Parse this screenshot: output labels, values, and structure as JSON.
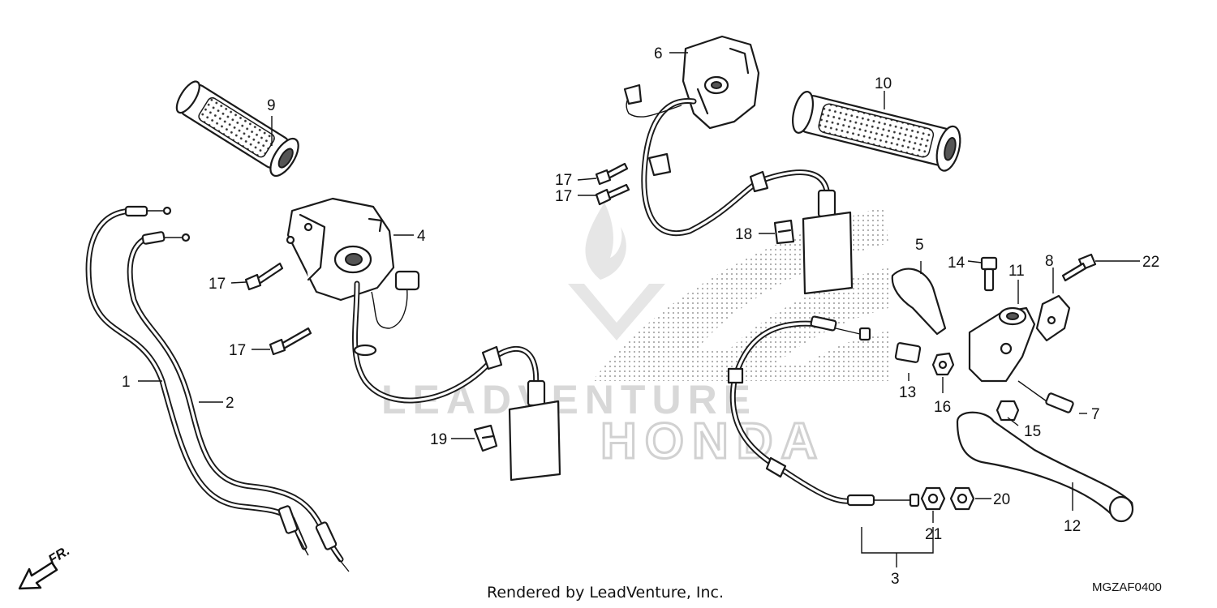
{
  "watermark": {
    "brand_text": "LEADVENTURE",
    "maker_text": "HONDA"
  },
  "footer": {
    "credit": "Rendered by LeadVenture, Inc.",
    "diagram_code": "MGZAF0400",
    "front_label": "FR."
  },
  "callouts": [
    {
      "id": "c1",
      "text": "1"
    },
    {
      "id": "c2",
      "text": "2"
    },
    {
      "id": "c3",
      "text": "3"
    },
    {
      "id": "c4",
      "text": "4"
    },
    {
      "id": "c5",
      "text": "5"
    },
    {
      "id": "c6",
      "text": "6"
    },
    {
      "id": "c7",
      "text": "7"
    },
    {
      "id": "c8",
      "text": "8"
    },
    {
      "id": "c9",
      "text": "9"
    },
    {
      "id": "c10",
      "text": "10"
    },
    {
      "id": "c11",
      "text": "11"
    },
    {
      "id": "c12",
      "text": "12"
    },
    {
      "id": "c13",
      "text": "13"
    },
    {
      "id": "c14",
      "text": "14"
    },
    {
      "id": "c15",
      "text": "15"
    },
    {
      "id": "c16",
      "text": "16"
    },
    {
      "id": "c17a",
      "text": "17"
    },
    {
      "id": "c17b",
      "text": "17"
    },
    {
      "id": "c17c",
      "text": "17"
    },
    {
      "id": "c17d",
      "text": "17"
    },
    {
      "id": "c18",
      "text": "18"
    },
    {
      "id": "c19",
      "text": "19"
    },
    {
      "id": "c20",
      "text": "20"
    },
    {
      "id": "c21",
      "text": "21"
    },
    {
      "id": "c22",
      "text": "22"
    }
  ]
}
